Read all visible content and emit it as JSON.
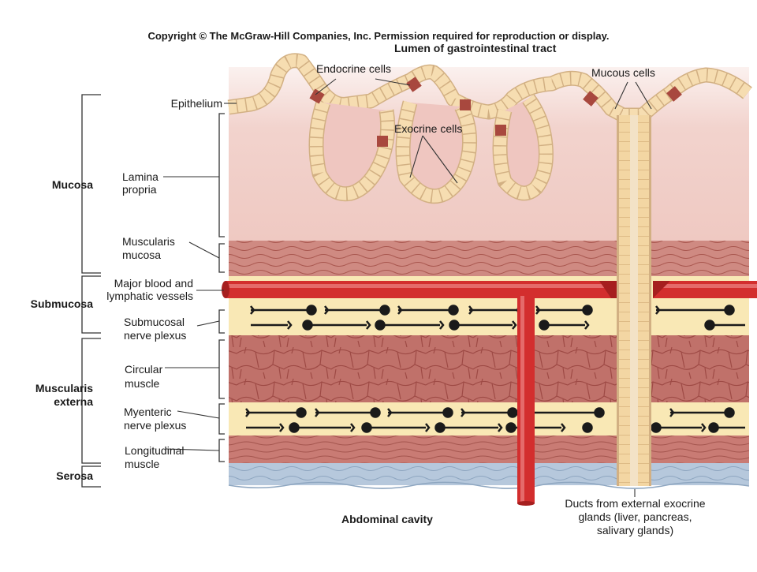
{
  "header": {
    "copyright": "Copyright © The McGraw-Hill Companies, Inc. Permission required for reproduction or display.",
    "lumen": "Lumen of gastrointestinal tract"
  },
  "regions": {
    "mucosa": "Mucosa",
    "submucosa": "Submucosa",
    "muscularis_externa": [
      "Muscularis",
      "externa"
    ],
    "serosa": "Serosa"
  },
  "labels": {
    "epithelium": "Epithelium",
    "lamina_propria": [
      "Lamina",
      "propria"
    ],
    "muscularis_mucosa": [
      "Muscularis",
      "mucosa"
    ],
    "blood_vessels": [
      "Major blood and",
      "lymphatic vessels"
    ],
    "submucosal_plexus": [
      "Submucosal",
      "nerve plexus"
    ],
    "circular_muscle": [
      "Circular",
      "muscle"
    ],
    "myenteric_plexus": [
      "Myenteric",
      "nerve plexus"
    ],
    "longitudinal_muscle": [
      "Longitudinal",
      "muscle"
    ],
    "endocrine_cells": "Endocrine cells",
    "exocrine_cells": "Exocrine cells",
    "mucous_cells": "Mucous cells",
    "ducts": [
      "Ducts from external exocrine",
      "glands (liver, pancreas,",
      "salivary glands)"
    ]
  },
  "footer": {
    "abdominal_cavity": "Abdominal cavity"
  },
  "colors": {
    "lamina": "#f2d1cb",
    "epithelium": "#f6ddb1",
    "endocrine": "#a8483e",
    "muscle": "#c4706a",
    "plexus_band": "#f9e8b5",
    "vessel": "#d32e2e",
    "serosa": "#b3c6da"
  }
}
